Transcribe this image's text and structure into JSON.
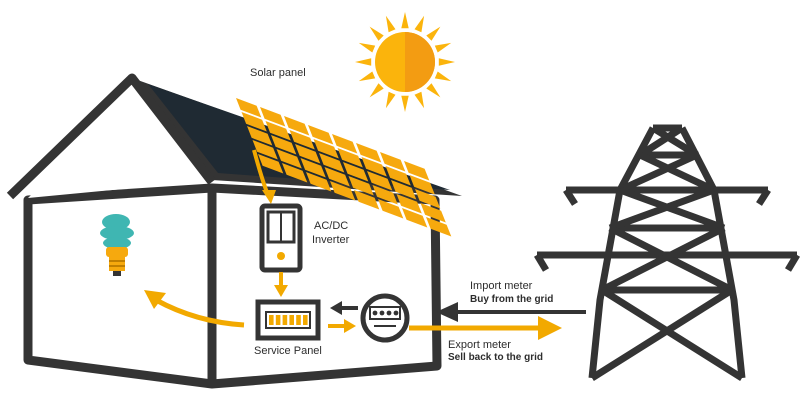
{
  "labels": {
    "solar_panel": "Solar panel",
    "inverter_line1": "AC/DC",
    "inverter_line2": "Inverter",
    "service_panel": "Service Panel",
    "import_meter": "Import meter",
    "import_sub": "Buy from the grid",
    "export_meter": "Export meter",
    "export_sub": "Sell back to the grid"
  },
  "icons": {
    "sun": "sun-icon",
    "bulb": "light-bulb-icon",
    "pylon": "power-pylon-icon"
  },
  "colors": {
    "outline": "#343434",
    "roof": "#1f2a33",
    "panel_cell": "#f6a90e",
    "flow": "#f2a900",
    "sun": "#fbb40c",
    "bulb_glass": "#3fb6b2",
    "meter_dial": "#333333"
  }
}
